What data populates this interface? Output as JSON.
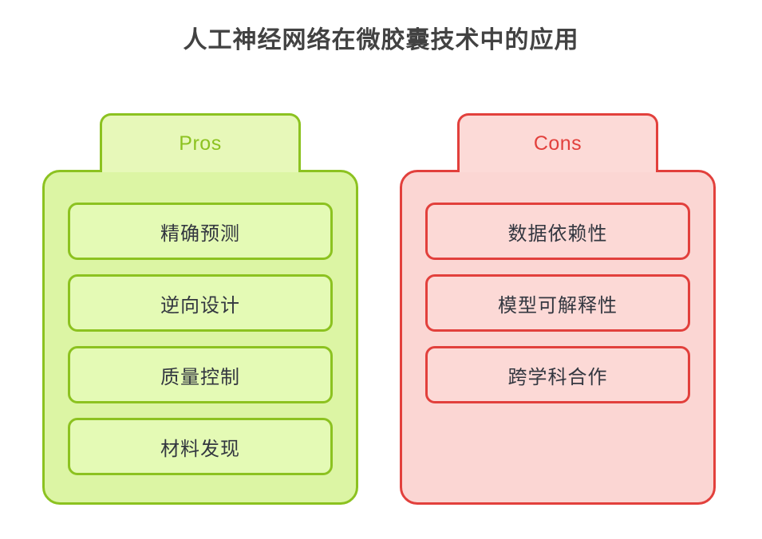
{
  "title": "人工神经网络在微胶囊技术中的应用",
  "colors": {
    "title_text": "#424242",
    "pros_accent": "#8cc220",
    "pros_tab_fill": "#e7f8b9",
    "pros_panel_fill": "#dcf5a4",
    "pros_item_fill": "#e4fab5",
    "cons_accent": "#e2403c",
    "cons_tab_fill": "#fcdad7",
    "cons_panel_fill": "#fbd6d3",
    "cons_item_fill": "#fcd9d6",
    "item_text": "#333740",
    "background": "#ffffff"
  },
  "columns": [
    {
      "key": "pros",
      "header": "Pros",
      "items": [
        {
          "label": "精确预测"
        },
        {
          "label": "逆向设计"
        },
        {
          "label": "质量控制"
        },
        {
          "label": "材料发现"
        }
      ]
    },
    {
      "key": "cons",
      "header": "Cons",
      "items": [
        {
          "label": "数据依赖性"
        },
        {
          "label": "模型可解释性"
        },
        {
          "label": "跨学科合作"
        }
      ]
    }
  ]
}
